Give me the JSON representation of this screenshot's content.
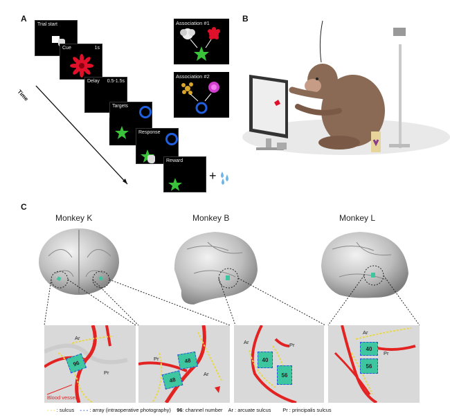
{
  "figure": {
    "panel_a": {
      "letter": "A",
      "time_label": "Time",
      "screens": [
        {
          "label": "Trial start",
          "duration": ""
        },
        {
          "label": "Cue",
          "duration": "1s"
        },
        {
          "label": "Delay",
          "duration": "0.5-1.5s"
        },
        {
          "label": "Targets",
          "duration": ""
        },
        {
          "label": "",
          "duration": ""
        },
        {
          "label": "Response",
          "duration": ""
        },
        {
          "label": "Reward",
          "duration": ""
        }
      ],
      "associations": [
        {
          "label": "Association #1"
        },
        {
          "label": "Association #2"
        }
      ],
      "plus_sign": "+"
    },
    "panel_b": {
      "letter": "B"
    },
    "panel_c": {
      "letter": "C",
      "monkeys": [
        {
          "name": "Monkey K"
        },
        {
          "name": "Monkey B"
        },
        {
          "name": "Monkey L"
        }
      ],
      "zoom_panels": [
        {
          "labels": [
            "Ar",
            "Pr"
          ],
          "channels": [
            "96"
          ],
          "annotation": "Blood vessels"
        },
        {
          "labels": [
            "Pr",
            "Ar"
          ],
          "channels": [
            "48",
            "48"
          ],
          "annotation": ""
        },
        {
          "labels": [
            "Ar",
            "Pr"
          ],
          "channels": [
            "40",
            "56"
          ],
          "annotation": ""
        },
        {
          "labels": [
            "Ar",
            "Pr"
          ],
          "channels": [
            "40",
            "56"
          ],
          "annotation": ""
        }
      ],
      "legend": {
        "sulcus": ": sulcus",
        "array": ": array (intraoperative photography)",
        "channel_bold": "96",
        "channel": ": channel number",
        "arcuate": "Ar : arcuate sulcus",
        "principalis": "Pr : principalis sulcus"
      }
    },
    "colors": {
      "cue_red": "#e0102a",
      "star_green": "#3bc23b",
      "ring_blue": "#1f5fe0",
      "vessel_red": "#e32222",
      "array_teal": "#3ec6a0",
      "sulcus_yellow": "#e8d84a"
    }
  }
}
